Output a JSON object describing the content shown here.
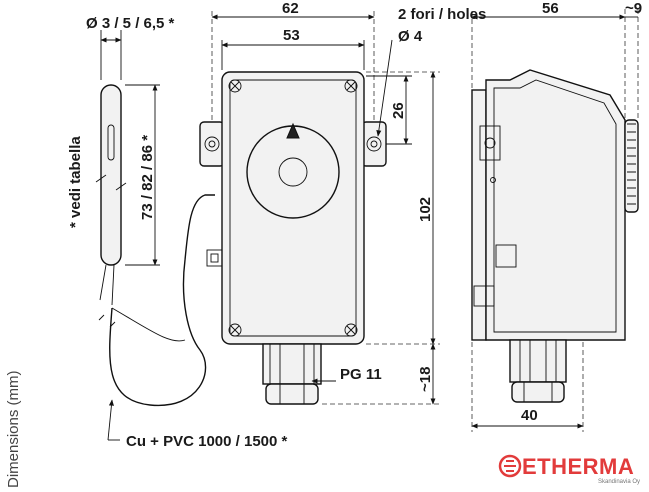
{
  "labels": {
    "probe_diameter": "Ø 3 / 5 / 6,5 *",
    "width_outer": "62",
    "width_inner": "53",
    "holes_label": "2 fori / holes",
    "hole_diameter": "Ø 4",
    "hole_offset": "26",
    "probe_length": "73 / 82 / 86 *",
    "see_table": "* vedi tabella",
    "height": "102",
    "gland_height": "~18",
    "gland": "PG 11",
    "cable": "Cu + PVC 1000 / 1500 *",
    "depth": "56",
    "knob_depth": "~9",
    "side_width": "40",
    "units_caption": "Dimensions (mm)",
    "brand": "ETHERMA",
    "brand_sub": "Skandinavia Oy"
  },
  "colors": {
    "brand": "#e23b3b",
    "line": "#111111"
  }
}
